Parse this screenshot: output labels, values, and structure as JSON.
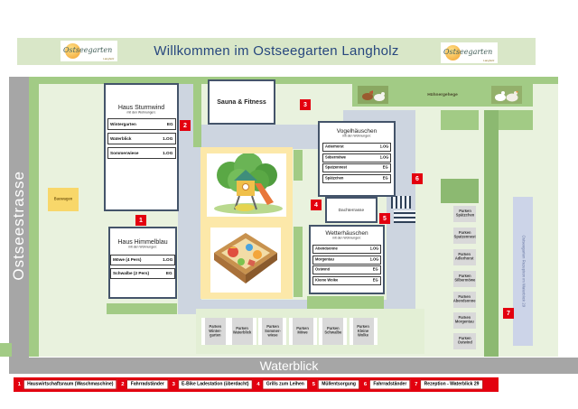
{
  "header": {
    "title": "Willkommen im Ostseegarten Langholz",
    "logo_text": "Ostseegarten",
    "logo_subtext": "Langholz"
  },
  "streets": {
    "left": "Ostseestrasse",
    "bottom": "Waterblick"
  },
  "map_labels": {
    "huehnergehege": "Hühnergehege",
    "bauwagen": "Bauwagen",
    "sauna": "Sauna & Fitness",
    "dachterrasse": "Dachterrasse",
    "reception_strip": "Ostseegarten Rezeption im Waterblick 29"
  },
  "houses": {
    "sturmwind": {
      "title": "Haus Sturmwind",
      "subtitle": "mit den Wohnungen:",
      "rows": [
        {
          "name": "Wintergarten",
          "floor": "EG"
        },
        {
          "name": "Waterblick",
          "floor": "1.OG"
        },
        {
          "name": "Sommerwiese",
          "floor": "1.OG"
        }
      ]
    },
    "vogel": {
      "title": "Vogelhäuschen",
      "subtitle": "mit den Wohnungen:",
      "rows": [
        {
          "name": "Adlerhorst",
          "floor": "1.OG"
        },
        {
          "name": "Silbermöwe",
          "floor": "1.OG"
        },
        {
          "name": "Spatzennest",
          "floor": "EG"
        },
        {
          "name": "Spätzchen",
          "floor": "EG"
        }
      ]
    },
    "wetter": {
      "title": "Wetterhäuschen",
      "subtitle": "mit den Wohnungen:",
      "rows": [
        {
          "name": "Abendsonne",
          "floor": "1.OG"
        },
        {
          "name": "Morgentau",
          "floor": "1.OG"
        },
        {
          "name": "Ostwind",
          "floor": "EG"
        },
        {
          "name": "Kleine Wolke",
          "floor": "EG"
        }
      ]
    },
    "himmel": {
      "title": "Haus Himmelblau",
      "subtitle": "mit den Wohnungen:",
      "rows": [
        {
          "name": "Möwe (4 Pers)",
          "floor": "1.OG"
        },
        {
          "name": "Schwalbe (2 Pers)",
          "floor": "EG"
        }
      ]
    }
  },
  "parking_right": [
    "Parken\nSpätzchen",
    "Parken\nSpatzennest",
    "Parken\nAdlerhorst",
    "Parken\nSilbermöwe",
    "Parken\nAbendsonne",
    "Parken\nMorgentau",
    "Parken\nOstwind"
  ],
  "parking_bottom": [
    "Parken\nWinter-\ngarten",
    "Parken\nWaterblick",
    "Parken\nSommer-\nwiese",
    "Parken\nMöwe",
    "Parken\nSchwalbe",
    "Parken\nKleine\nWolke"
  ],
  "badges": [
    "1",
    "2",
    "3",
    "4",
    "5",
    "6",
    "7"
  ],
  "legend": {
    "items": [
      {
        "num": "1",
        "label": "Hauswirtschaftsraum (Waschmaschine)"
      },
      {
        "num": "2",
        "label": "Fahrradständer"
      },
      {
        "num": "3",
        "label": "E-Bike Ladestation (überdacht)"
      },
      {
        "num": "4",
        "label": "Grills zum Leihen"
      },
      {
        "num": "5",
        "label": "Müllentsorgung"
      },
      {
        "num": "6",
        "label": "Fahrradständer"
      },
      {
        "num": "7",
        "label": "Rezeption - Waterblick 29"
      }
    ]
  },
  "colors": {
    "legend_red": "#e3000f",
    "street_gray": "#a6a6a6",
    "path_gray": "#cdd5e0",
    "hedge_green": "#a2cb85",
    "field_green": "#e9f2de",
    "header_green": "#d9e7c8",
    "building_border": "#44546a",
    "bauwagen_yellow": "#f8d76a",
    "playground_yellow": "#fce8a9",
    "reception_blue": "#ccd4e8"
  }
}
